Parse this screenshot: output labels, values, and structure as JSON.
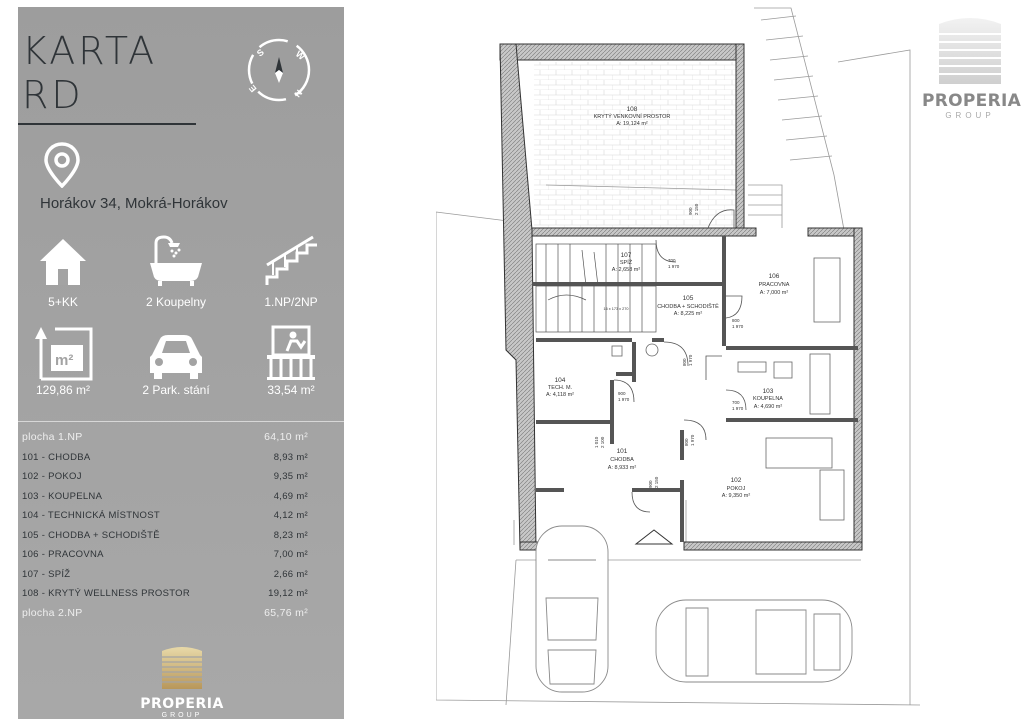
{
  "header": {
    "title_line1": "KARTA",
    "title_line2": "RD"
  },
  "address": "Horákov 34, Mokrá-Horákov",
  "features": [
    {
      "icon": "house-icon",
      "label": "5+KK"
    },
    {
      "icon": "bathtub-icon",
      "label": "2 Koupelny"
    },
    {
      "icon": "stairs-icon",
      "label": "1.NP/2NP"
    },
    {
      "icon": "area-m2-icon",
      "label": "129,86 m²"
    },
    {
      "icon": "car-icon",
      "label": "2 Park. stání"
    },
    {
      "icon": "balcony-icon",
      "label": "33,54 m²"
    }
  ],
  "area_table": {
    "floor1": {
      "label": "plocha 1.NP",
      "value": "64,10 m²"
    },
    "rooms": [
      {
        "name": "101 - CHODBA",
        "value": "8,93 m²"
      },
      {
        "name": "102 - POKOJ",
        "value": "9,35 m²"
      },
      {
        "name": "103 - KOUPELNA",
        "value": "4,69 m²"
      },
      {
        "name": "104 - TECHNICKÁ MÍSTNOST",
        "value": "4,12 m²"
      },
      {
        "name": "105 - CHODBA + SCHODIŠTĚ",
        "value": "8,23 m²"
      },
      {
        "name": "106 - PRACOVNA",
        "value": "7,00 m²"
      },
      {
        "name": "107 - SPÍŽ",
        "value": "2,66 m²"
      },
      {
        "name": "108 - KRYTÝ WELLNESS PROSTOR",
        "value": "19,12 m²"
      }
    ],
    "floor2": {
      "label": "plocha 2.NP",
      "value": "65,76 m²"
    }
  },
  "brand": {
    "name": "PROPERIA",
    "sub": "GROUP"
  },
  "compass": {
    "n": "N",
    "e": "E",
    "s": "S",
    "w": "W"
  },
  "plan_rooms": {
    "r108": {
      "num": "108",
      "name": "KRYTÝ VENKOVNÍ PROSTOR",
      "area": "A: 19,124 m²"
    },
    "r107": {
      "num": "107",
      "name": "SPÍŽ",
      "area": "A: 2,658 m²"
    },
    "r106": {
      "num": "106",
      "name": "PRACOVNA",
      "area": "A: 7,000 m²"
    },
    "r105": {
      "num": "105",
      "name": "CHODBA + SCHODIŠTĚ",
      "area": "A: 8,225 m²"
    },
    "r104": {
      "num": "104",
      "name": "TECH. M.",
      "area": "A: 4,118 m²"
    },
    "r103": {
      "num": "103",
      "name": "KOUPELNA",
      "area": "A: 4,690 m²"
    },
    "r101": {
      "num": "101",
      "name": "CHODBA",
      "area": "A: 8,933 m²"
    },
    "r102": {
      "num": "102",
      "name": "POKOJ",
      "area": "A: 9,350 m²"
    }
  },
  "door_labels": {
    "d1": "900",
    "d1b": "2 150",
    "d2": "700",
    "d2b": "1 970",
    "d3": "800",
    "d3b": "1 970",
    "d4": "800",
    "d4b": "1 970",
    "d5": "900",
    "d5b": "1 970",
    "d6": "700",
    "d6b": "1 970",
    "d7": "800",
    "d7b": "1 970",
    "d8": "1 010",
    "d8b": "2 100",
    "d9": "900",
    "d9b": "2 150",
    "stairs": "16 x 173 x 270"
  },
  "colors": {
    "sidebar": "#a3a3a3",
    "dark": "#2f3438",
    "wall": "#555555"
  }
}
